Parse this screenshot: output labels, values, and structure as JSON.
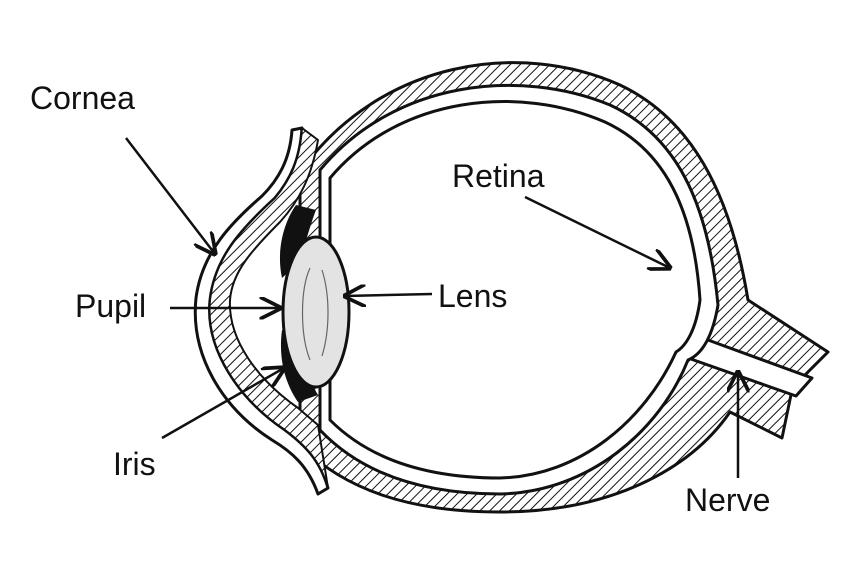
{
  "labels": {
    "cornea": "Cornea",
    "retina": "Retina",
    "pupil": "Pupil",
    "lens": "Lens",
    "iris": "Iris",
    "nerve": "Nerve"
  },
  "colors": {
    "background": "#ffffff",
    "ink": "#111111",
    "lens_fill": "#e3e3e3"
  }
}
